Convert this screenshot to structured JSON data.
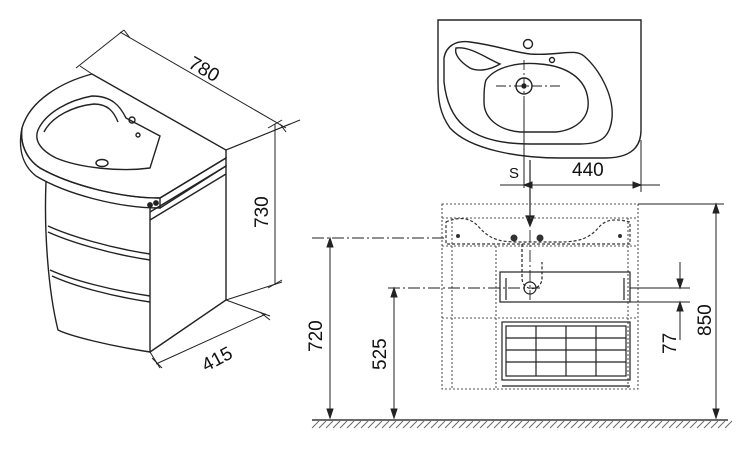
{
  "figure": {
    "perspective_view": {
      "width_label": "780",
      "height_label": "730",
      "depth_label": "415"
    },
    "front_view": {
      "offset_label": "S",
      "offset_value": "440",
      "waste_height": "720",
      "trap_height": "525",
      "drawer_gap": "77",
      "total_height": "850"
    }
  },
  "colors": {
    "line": "#222222",
    "dotted": "#555555",
    "floor": "#6a6a6a"
  }
}
